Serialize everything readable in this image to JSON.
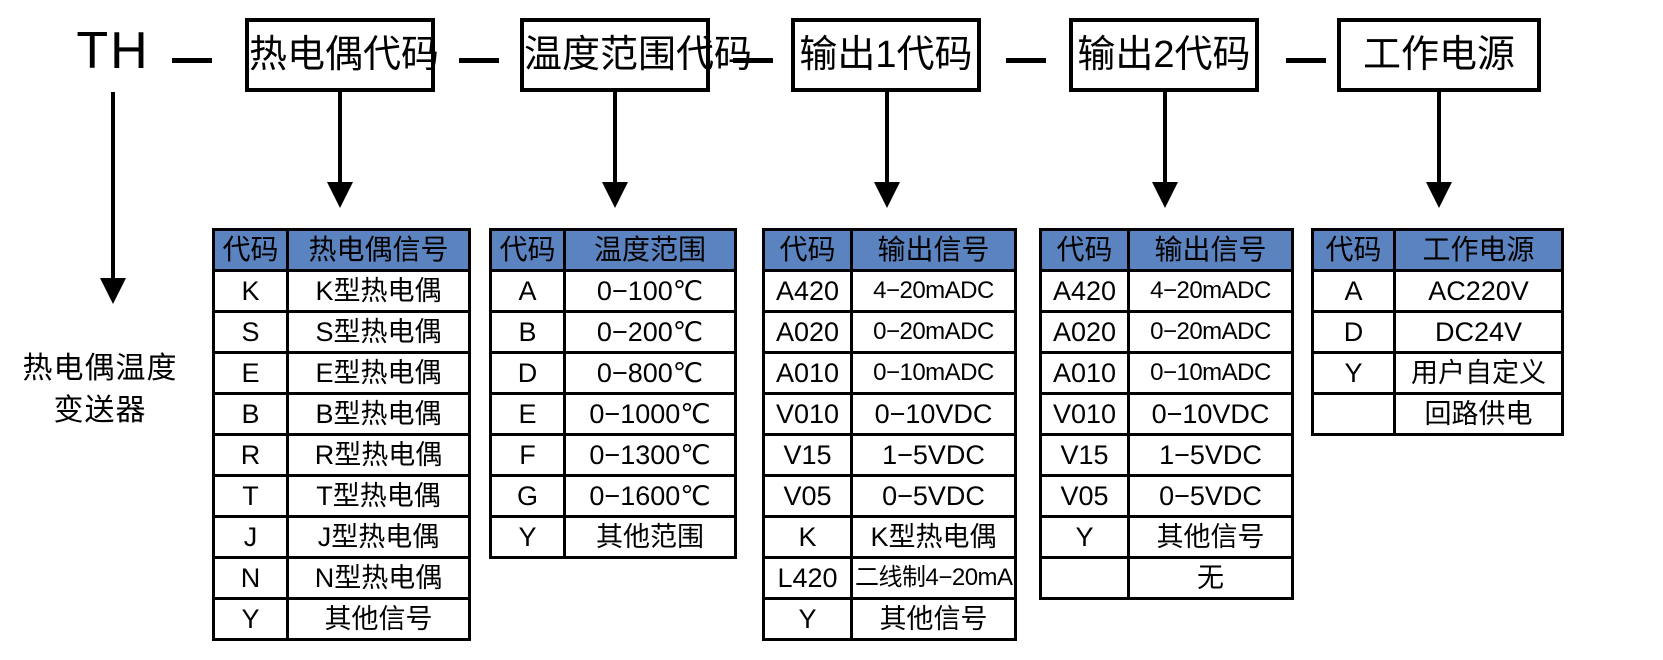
{
  "model": {
    "prefix": "TH",
    "separator": "—",
    "segments": [
      {
        "label": "热电偶代码"
      },
      {
        "label": "温度范围代码"
      },
      {
        "label": "输出1代码"
      },
      {
        "label": "输出2代码"
      },
      {
        "label": "工作电源"
      }
    ]
  },
  "product_caption": {
    "line1": "热电偶温度",
    "line2": "变送器"
  },
  "colors": {
    "header_blue": "#5B83C0",
    "border_black": "#000000",
    "cell_white": "#FFFFFF"
  },
  "tables": [
    {
      "name": "thermocouple-code-table",
      "headers": [
        "代码",
        "热电偶信号"
      ],
      "rows": [
        {
          "code": "K",
          "value": "K型热电偶"
        },
        {
          "code": "S",
          "value": "S型热电偶"
        },
        {
          "code": "E",
          "value": "E型热电偶"
        },
        {
          "code": "B",
          "value": "B型热电偶"
        },
        {
          "code": "R",
          "value": "R型热电偶"
        },
        {
          "code": "T",
          "value": "T型热电偶"
        },
        {
          "code": "J",
          "value": "J型热电偶"
        },
        {
          "code": "N",
          "value": "N型热电偶"
        },
        {
          "code": "Y",
          "value": "其他信号"
        }
      ]
    },
    {
      "name": "temperature-range-table",
      "headers": [
        "代码",
        "温度范围"
      ],
      "rows": [
        {
          "code": "A",
          "value": "0−100℃"
        },
        {
          "code": "B",
          "value": "0−200℃"
        },
        {
          "code": "D",
          "value": "0−800℃"
        },
        {
          "code": "E",
          "value": "0−1000℃"
        },
        {
          "code": "F",
          "value": "0−1300℃"
        },
        {
          "code": "G",
          "value": "0−1600℃"
        },
        {
          "code": "Y",
          "value": "其他范围"
        }
      ]
    },
    {
      "name": "output1-table",
      "headers": [
        "代码",
        "输出信号"
      ],
      "rows": [
        {
          "code": "A420",
          "value": "4−20mADC"
        },
        {
          "code": "A020",
          "value": "0−20mADC"
        },
        {
          "code": "A010",
          "value": "0−10mADC"
        },
        {
          "code": "V010",
          "value": "0−10VDC"
        },
        {
          "code": "V15",
          "value": "1−5VDC"
        },
        {
          "code": "V05",
          "value": "0−5VDC"
        },
        {
          "code": "K",
          "value": "K型热电偶"
        },
        {
          "code": "L420",
          "value": "二线制4−20mA"
        },
        {
          "code": "Y",
          "value": "其他信号"
        }
      ]
    },
    {
      "name": "output2-table",
      "headers": [
        "代码",
        "输出信号"
      ],
      "rows": [
        {
          "code": "A420",
          "value": "4−20mADC"
        },
        {
          "code": "A020",
          "value": "0−20mADC"
        },
        {
          "code": "A010",
          "value": "0−10mADC"
        },
        {
          "code": "V010",
          "value": "0−10VDC"
        },
        {
          "code": "V15",
          "value": "1−5VDC"
        },
        {
          "code": "V05",
          "value": "0−5VDC"
        },
        {
          "code": "Y",
          "value": "其他信号"
        },
        {
          "code": "",
          "value": "无"
        }
      ]
    },
    {
      "name": "power-supply-table",
      "headers": [
        "代码",
        "工作电源"
      ],
      "rows": [
        {
          "code": "A",
          "value": "AC220V"
        },
        {
          "code": "D",
          "value": "DC24V"
        },
        {
          "code": "Y",
          "value": "用户自定义"
        },
        {
          "code": "",
          "value": "回路供电"
        }
      ]
    }
  ]
}
